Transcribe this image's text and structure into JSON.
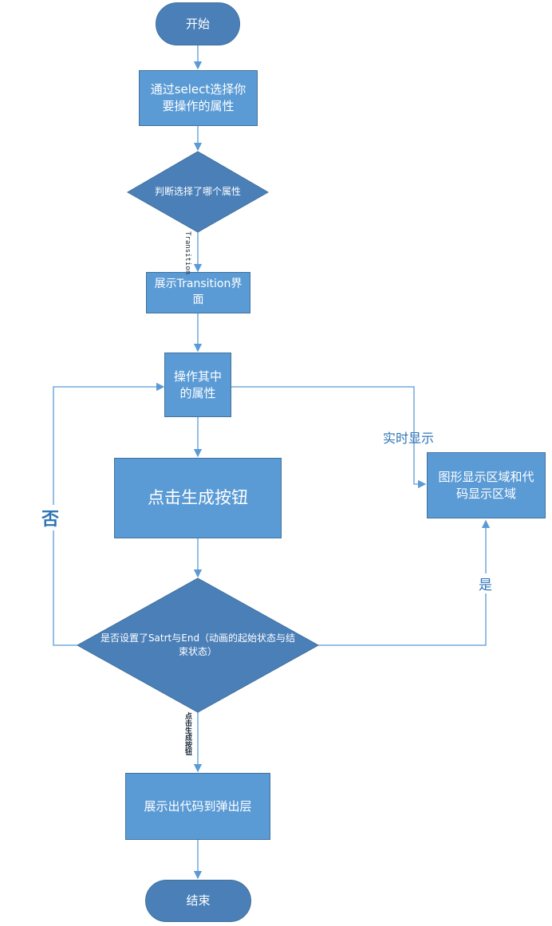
{
  "nodes": {
    "start": "开始",
    "select_attr": "通过select选择你要操作的属性",
    "decide_attr": "判断选择了哪个属性",
    "show_transition": "展示Transition界面",
    "operate_attr": "操作其中的属性",
    "click_generate": "点击生成按钮",
    "decide_start_end": "是否设置了Satrt与End（动画的起始状态与结束状态）",
    "show_code": "展示出代码到弹出层",
    "end": "结束",
    "graphic_area": "图形显示区域和代码显示区域"
  },
  "edges": {
    "transition": "Transition",
    "realtime": "实时显示",
    "no": "否",
    "yes": "是",
    "bottom_branch": "点击生成按钮"
  },
  "colors": {
    "fill": "#5b9bd5",
    "oval_fill": "#4a7fb8",
    "line": "#5b9bd5",
    "label": "#2e75b6"
  }
}
